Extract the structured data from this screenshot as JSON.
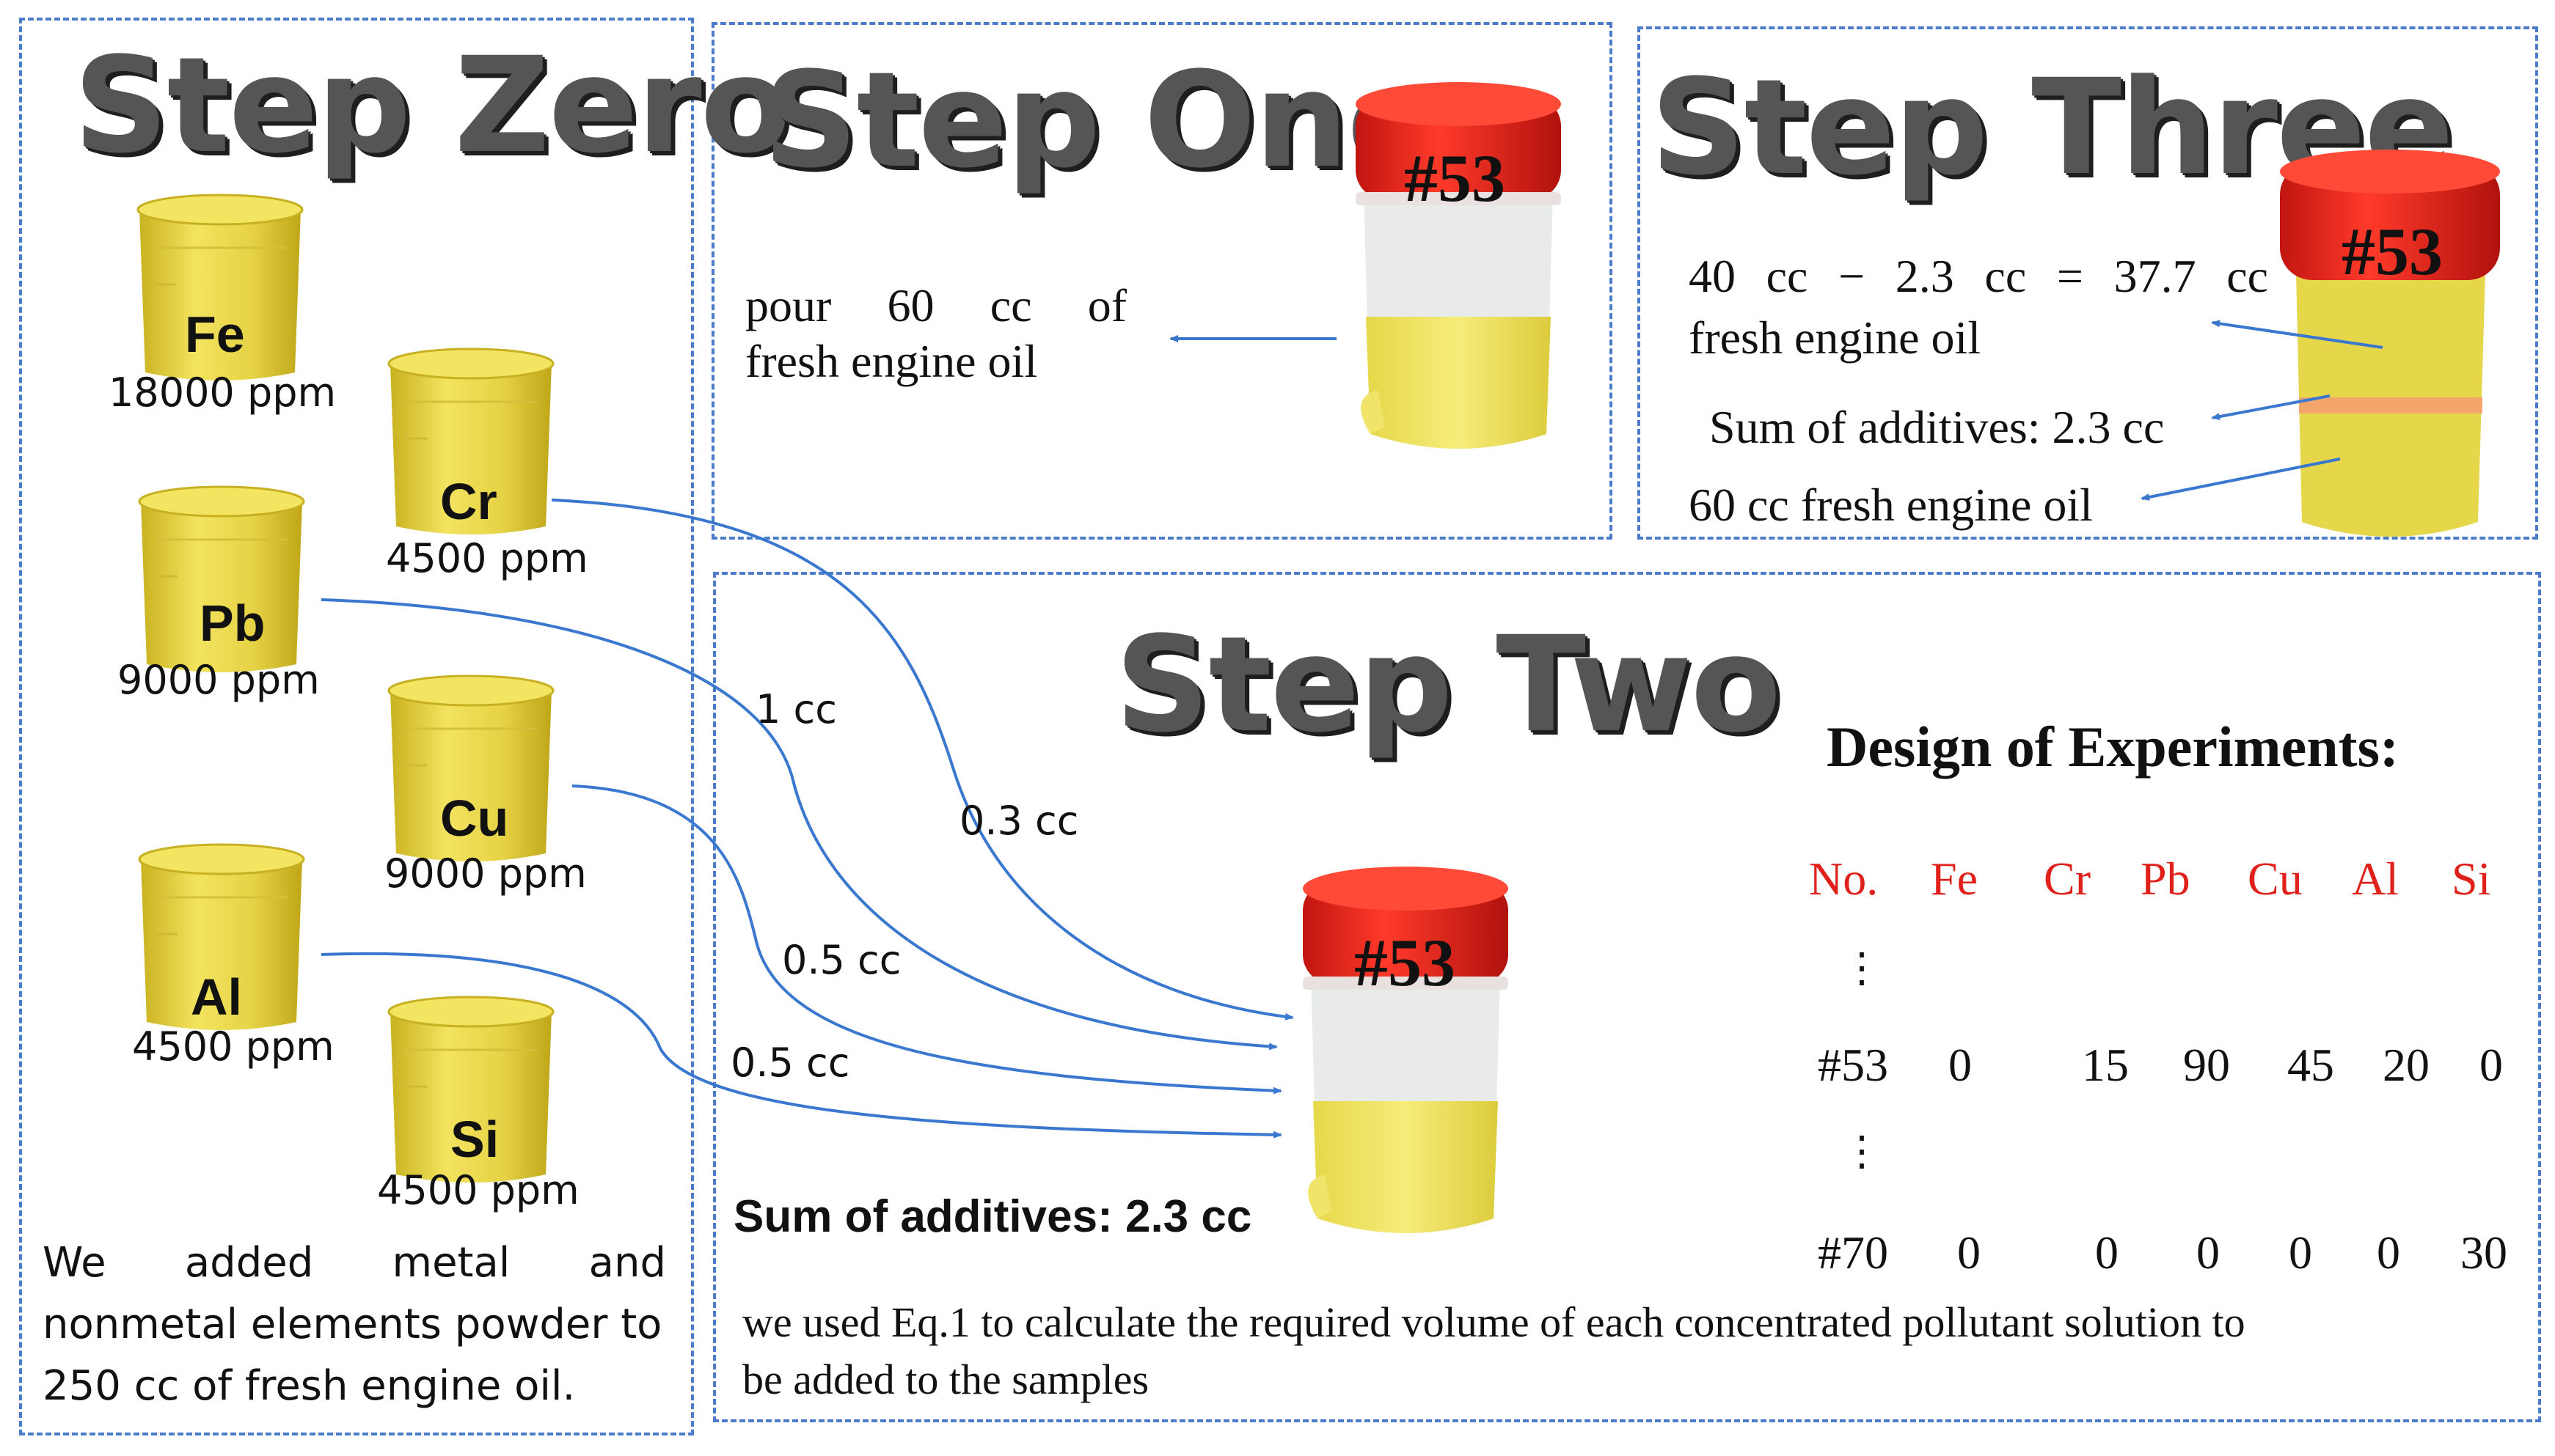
{
  "panels": {
    "step_zero": {
      "title": "Step Zero",
      "note_line1": "We added metal and",
      "note_line2": "nonmetal elements powder to",
      "note_line3": "250 cc of fresh engine oil."
    },
    "step_one": {
      "title": "Step One",
      "text_line1": "pour 60 cc of",
      "text_line2": "fresh engine oil"
    },
    "step_two": {
      "title": "Step Two",
      "sum_label": "Sum of additives: 2.3 cc",
      "footnote_line1": "we used Eq.1 to calculate the required volume of each concentrated pollutant solution to",
      "footnote_line2": "be added to the samples"
    },
    "step_three": {
      "title": "Step Three",
      "line1": "40 cc − 2.3 cc = 37.7 cc",
      "line1b": "fresh engine oil",
      "line2": "Sum of additives: 2.3 cc",
      "line3": "60 cc fresh engine oil"
    }
  },
  "jar_label": "#53",
  "beakers": [
    {
      "element": "Fe",
      "ppm": "18000 ppm"
    },
    {
      "element": "Cr",
      "ppm": "4500 ppm"
    },
    {
      "element": "Pb",
      "ppm": "9000 ppm"
    },
    {
      "element": "Cu",
      "ppm": "9000 ppm"
    },
    {
      "element": "Al",
      "ppm": "4500 ppm"
    },
    {
      "element": "Si",
      "ppm": "4500 ppm"
    }
  ],
  "volumes": {
    "cr": "0.3 cc",
    "pb": "1 cc",
    "cu": "0.5 cc",
    "al": "0.5 cc"
  },
  "doe": {
    "title": "Design of Experiments:",
    "headers": [
      "No.",
      "Fe",
      "Cr",
      "Pb",
      "Cu",
      "Al",
      "Si"
    ],
    "ellipsis": "⋮",
    "rows": [
      {
        "no": "#53",
        "vals": [
          "0",
          "15",
          "90",
          "45",
          "20",
          "0"
        ]
      },
      {
        "no": "#70",
        "vals": [
          "0",
          "0",
          "0",
          "0",
          "0",
          "30"
        ]
      }
    ]
  },
  "colors": {
    "panel_border": "#4a7cc9",
    "arrow": "#3a78d0",
    "beaker": "#e8d44a",
    "lid": "#e8231c",
    "header_red": "#e0201a"
  }
}
